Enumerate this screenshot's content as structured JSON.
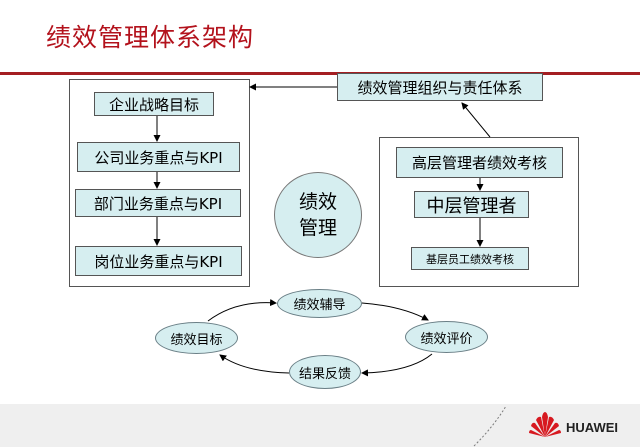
{
  "title": "绩效管理体系架构",
  "left_chain": [
    "企业战略目标",
    "公司业务重点与KPI",
    "部门业务重点与KPI",
    "岗位业务重点与KPI"
  ],
  "org_box": "绩效管理组织与责任体系",
  "center": {
    "line1": "绩效",
    "line2": "管理"
  },
  "right_stack": {
    "top": "高层管理者绩效考核",
    "middle": "中层管理者",
    "bottom": "基层员工绩效考核"
  },
  "cycle": {
    "top": "绩效辅导",
    "right": "绩效评价",
    "bottom": "结果反馈",
    "left": "绩效目标"
  },
  "brand": "HUAWEI",
  "colors": {
    "title": "#b3121c",
    "rule": "#a41e22",
    "node_fill": "#d6eef0",
    "logo": "#d71920"
  }
}
